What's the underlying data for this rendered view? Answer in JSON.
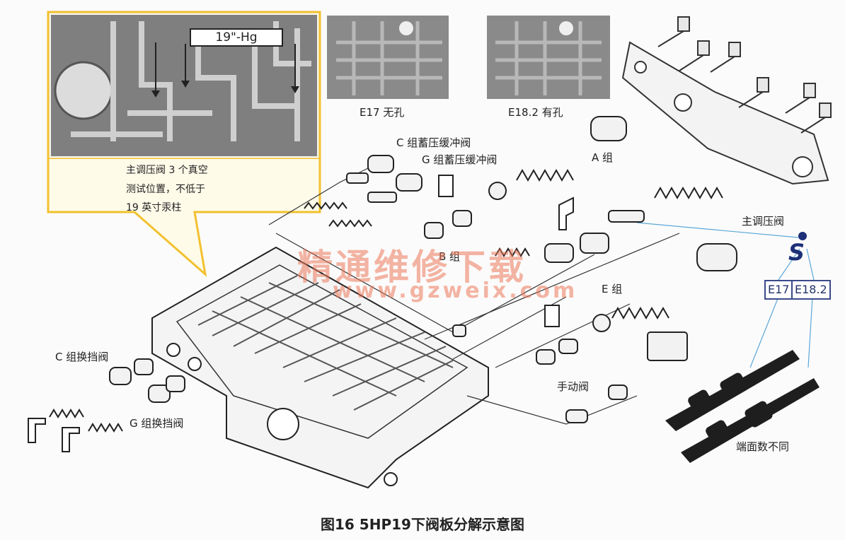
{
  "callout": {
    "gauge_label": "19\"-Hg",
    "text_lines": [
      "主调压阀 3 个真空",
      "测试位置，不低于",
      "19 英寸汞柱"
    ]
  },
  "photos": {
    "e17_label": "E17 无孔",
    "e182_label": "E18.2 有孔"
  },
  "parts": {
    "c_accum": "C 组蓄压缓冲阀",
    "g_accum": "G 组蓄压缓冲阀",
    "a_group": "A 组",
    "b_group": "B 组",
    "e_group": "E 组",
    "main_reg": "主调压阀",
    "c_shift": "C 组换挡阀",
    "g_shift": "G 组换挡阀",
    "manual": "手动阀",
    "end_face": "端面数不同"
  },
  "badges": {
    "e17": "E17",
    "e182": "E18.2"
  },
  "watermark": {
    "line1": "精通维修下载",
    "line2": "www.gzweix.com"
  },
  "caption": "图16  5HP19下阀板分解示意图",
  "colors": {
    "callout_border": "#f2c12e",
    "badge_border": "#3a4a8a",
    "leader": "#5aa8d8"
  }
}
